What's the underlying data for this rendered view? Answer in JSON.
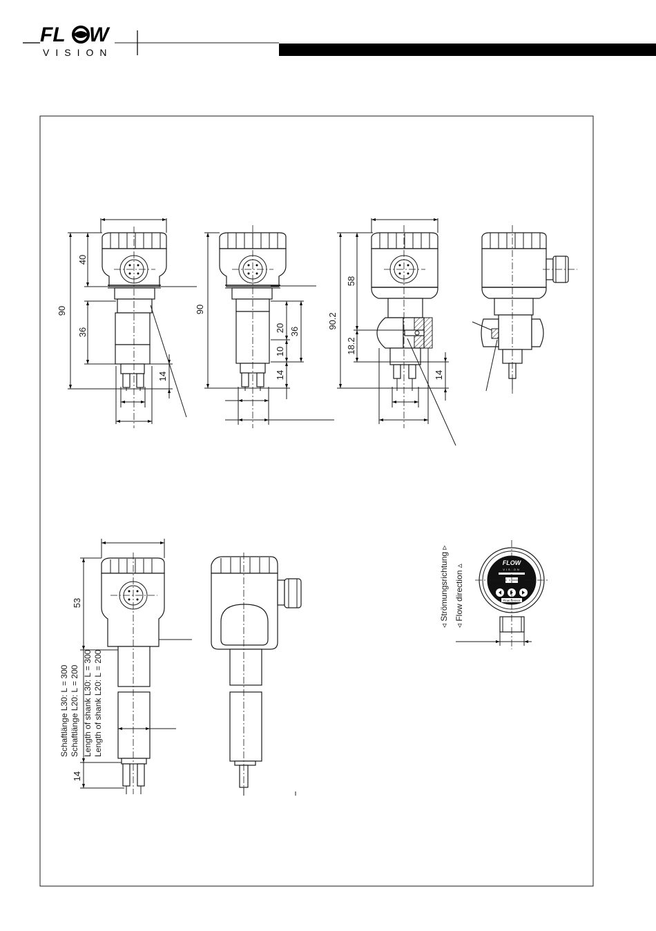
{
  "header": {
    "logo_word": "FL",
    "logo_word_end": "W",
    "logo_sub": "VISION",
    "bar_color": "#000000"
  },
  "dimensions": {
    "d40": "40",
    "d90_a": "90",
    "d36_a": "36",
    "d14_a": "14",
    "d90_b": "90",
    "d20": "20",
    "d36_b": "36",
    "d10": "10",
    "d14_b": "14",
    "d90_2": "90.2",
    "d58": "58",
    "d18_2": "18.2",
    "d14_c": "14",
    "d53": "53",
    "d14_d": "14"
  },
  "notes": {
    "shank_de_l30": "Schaftlänge L30: L = 300",
    "shank_de_l20": "Schaftlänge L20: L = 200",
    "shank_en_l30": "Length of shank L30: L = 300",
    "shank_en_l20": "Length of shank L20: L = 200",
    "flow_de": "◃ Strömungsrichtung ▹",
    "flow_en": "◃ Flow direction ▵"
  },
  "display": {
    "logo": "FLOW",
    "sub": "VISION",
    "label": "Flow Sensor"
  }
}
